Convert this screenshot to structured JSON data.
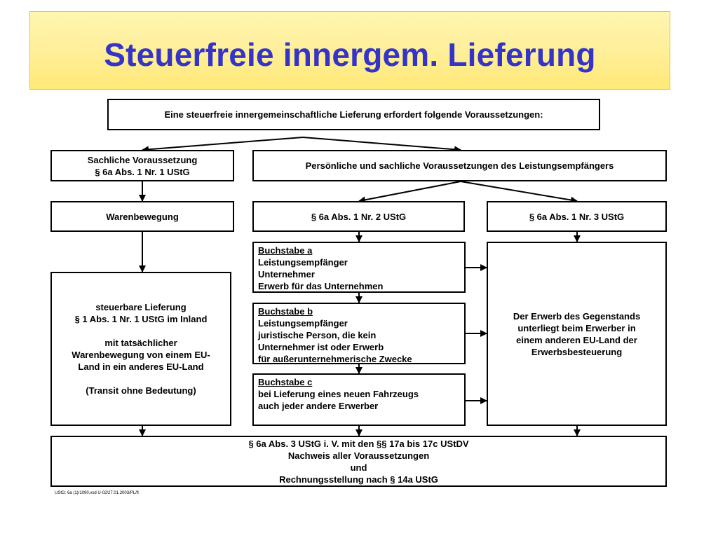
{
  "title": "Steuerfreie innergem. Lieferung",
  "intro": "Eine steuerfreie innergemeinschaftliche Lieferung erfordert folgende Voraussetzungen:",
  "sachliche": {
    "line1": "Sachliche Voraussetzung",
    "line2": "§ 6a Abs. 1 Nr. 1 UStG"
  },
  "persoenliche": "Persönliche und sachliche Voraussetzungen des Leistungsempfängers",
  "warenbewegung": "Warenbewegung",
  "nr2": "§ 6a Abs. 1 Nr. 2 UStG",
  "nr3": "§ 6a Abs. 1 Nr. 3 UStG",
  "buchstabe_a": {
    "heading": "Buchstabe a",
    "lines": [
      "Leistungsempfänger",
      "Unternehmer",
      "Erwerb für das Unternehmen"
    ]
  },
  "buchstabe_b": {
    "heading": "Buchstabe b",
    "lines": [
      "Leistungsempfänger",
      "juristische Person, die kein",
      "Unternehmer ist oder Erwerb",
      "für außerunternehmerische Zwecke"
    ]
  },
  "buchstabe_c": {
    "heading": "Buchstabe c",
    "lines": [
      "bei Lieferung eines neuen Fahrzeugs",
      "auch jeder andere Erwerber"
    ]
  },
  "steuerbare": {
    "lines": [
      "steuerbare Lieferung",
      "§ 1 Abs. 1 Nr. 1 UStG im Inland"
    ],
    "lines2": [
      "mit tatsächlicher",
      "Warenbewegung von einem EU-",
      "Land in ein anderes EU-Land"
    ],
    "transit": "(Transit ohne Bedeutung)"
  },
  "erwerb": [
    "Der Erwerb des Gegenstands",
    "unterliegt beim Erwerber in",
    "einem anderen EU-Land der",
    "Erwerbsbesteuerung"
  ],
  "nachweis": [
    "§ 6a Abs. 3 UStG i. V. mit den §§ 17a bis 17c UStDV",
    "Nachweis aller Voraussetzungen",
    "und",
    "Rechnungsstellung nach § 14a UStG"
  ],
  "footnote": "UStG: 6a (1)/1090.vsd U-02/27.01.2003/PL/fl"
}
